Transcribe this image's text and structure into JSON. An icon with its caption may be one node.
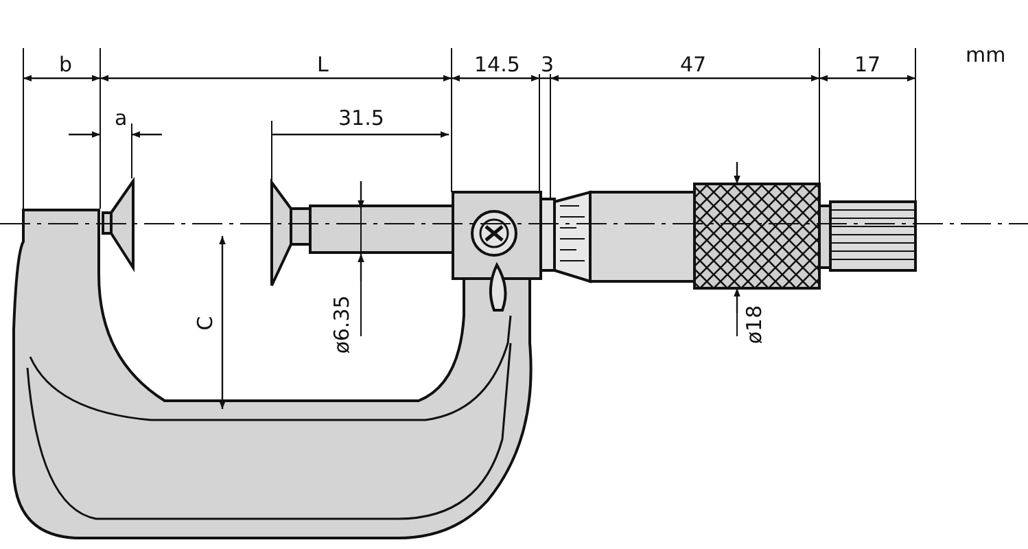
{
  "diagram": {
    "labels": [
      "mm",
      "b",
      "L",
      "14.5",
      "3",
      "47",
      "17",
      "a",
      "31.5",
      "ø6.35",
      "C",
      "ø18"
    ]
  }
}
